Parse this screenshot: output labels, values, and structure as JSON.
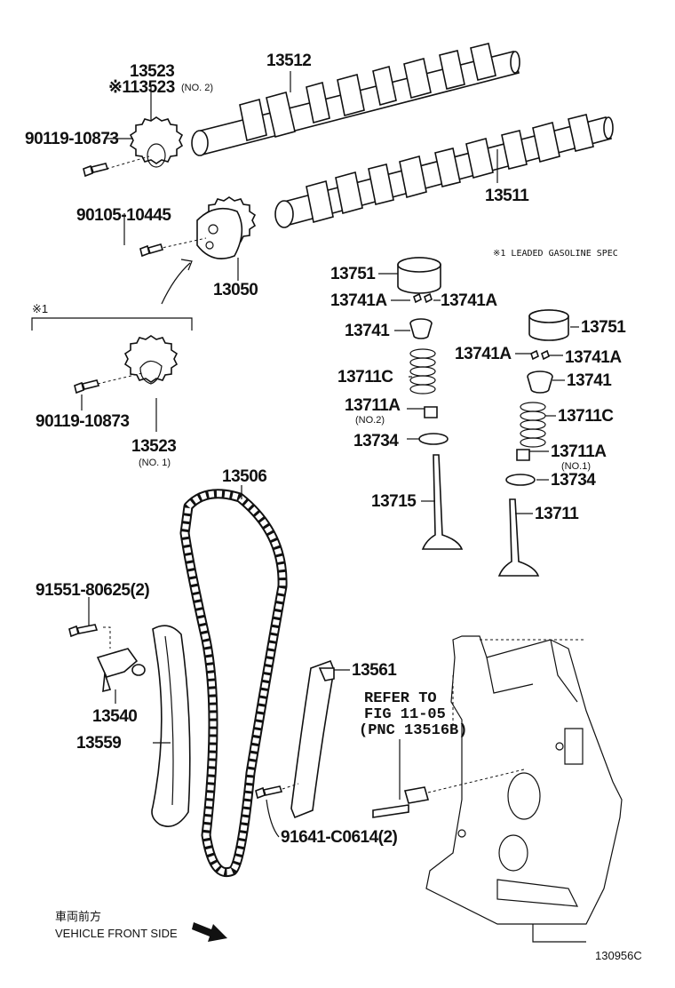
{
  "labels": {
    "p13523_top": "13523",
    "p13523_alt": "※113523",
    "p13523_alt_note": "(NO. 2)",
    "p13512": "13512",
    "p90119_top": "90119-10873",
    "p90105": "90105-10445",
    "p13050": "13050",
    "p13511": "13511",
    "spec_note": "※1 LEADED GASOLINE SPEC",
    "mark1": "※1",
    "p90119_bottom": "90119-10873",
    "p13523_bottom": "13523",
    "p13523_bottom_note": "(NO. 1)",
    "p13751_a": "13751",
    "p13741A_a1": "13741A",
    "p13741A_a2": "13741A",
    "p13741_a": "13741",
    "p13711C_a": "13711C",
    "p13711A_a": "13711A",
    "p13711A_a_note": "(NO.2)",
    "p13734_a": "13734",
    "p13715": "13715",
    "p13751_b": "13751",
    "p13741A_b1": "13741A",
    "p13741A_b2": "13741A",
    "p13741_b": "13741",
    "p13711C_b": "13711C",
    "p13711A_b": "13711A",
    "p13711A_b_note": "(NO.1)",
    "p13734_b": "13734",
    "p13711": "13711",
    "p13506": "13506",
    "p91551": "91551-80625(2)",
    "p13540": "13540",
    "p13559": "13559",
    "p13561": "13561",
    "refer_line1": "REFER TO",
    "refer_line2": "FIG 11-05",
    "refer_line3": "(PNC 13516B)",
    "p91641": "91641-C0614(2)",
    "front_jp": "車両前方",
    "front_en": "VEHICLE FRONT SIDE",
    "fig_code": "130956C"
  },
  "icons": {
    "front_arrow": "arrow-down-right-icon"
  }
}
